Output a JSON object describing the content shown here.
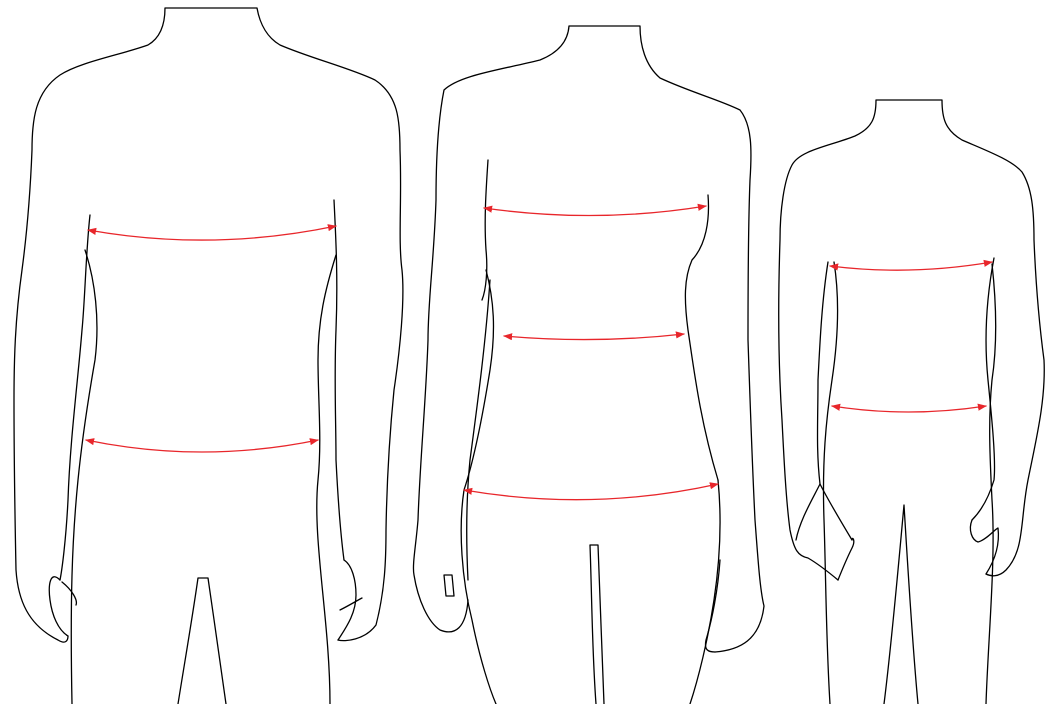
{
  "figures": [
    {
      "id": "male",
      "measurements": [
        "chest",
        "waist"
      ]
    },
    {
      "id": "female",
      "measurements": [
        "bust",
        "waist",
        "hip"
      ]
    },
    {
      "id": "child",
      "measurements": [
        "chest",
        "waist"
      ]
    }
  ],
  "colors": {
    "outline": "#000000",
    "measure_line": "#e8262b",
    "background": "#ffffff"
  }
}
